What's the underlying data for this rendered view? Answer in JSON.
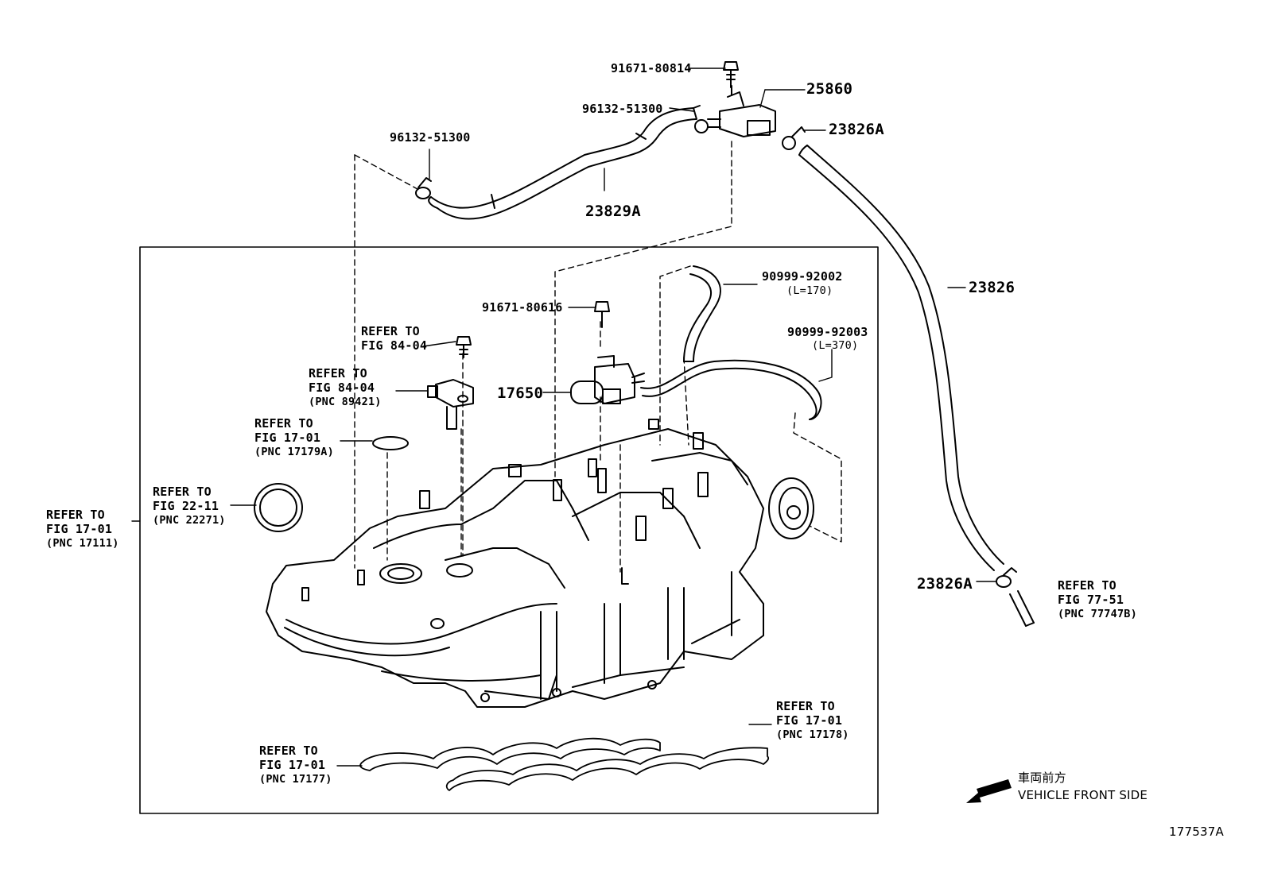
{
  "parts": {
    "p91671_80814": "91671-80814",
    "p25860": "25860",
    "p96132_51300_a": "96132-51300",
    "p96132_51300_b": "96132-51300",
    "p23826A_top": "23826A",
    "p23829A": "23829A",
    "p23826": "23826",
    "p90999_92002": "90999-92002",
    "p90999_92002_len": "(L=170)",
    "p91671_80616": "91671-80616",
    "p90999_92003": "90999-92003",
    "p90999_92003_len": "(L=370)",
    "p17650": "17650",
    "p23826A_bottom": "23826A"
  },
  "refs": {
    "fig84_bolt": [
      "REFER TO",
      "FIG 84-04"
    ],
    "fig84_sensor": [
      "REFER TO",
      "FIG 84-04",
      "(PNC 89421)"
    ],
    "fig17_o_ring": [
      "REFER TO",
      "FIG 17-01",
      "(PNC 17179A)"
    ],
    "fig22_gasket": [
      "REFER TO",
      "FIG 22-11",
      "(PNC 22271)"
    ],
    "fig17_manifold": [
      "REFER TO",
      "FIG 17-01",
      "(PNC 17111)"
    ],
    "fig77_hose": [
      "REFER TO",
      "FIG 77-51",
      "(PNC 77747B)"
    ],
    "fig17_gasket_r": [
      "REFER TO",
      "FIG 17-01",
      "(PNC 17178)"
    ],
    "fig17_gasket_l": [
      "REFER TO",
      "FIG 17-01",
      "(PNC 17177)"
    ]
  },
  "direction": {
    "jp": "車両前方",
    "en": "VEHICLE FRONT SIDE"
  },
  "figure_id": "177537A"
}
